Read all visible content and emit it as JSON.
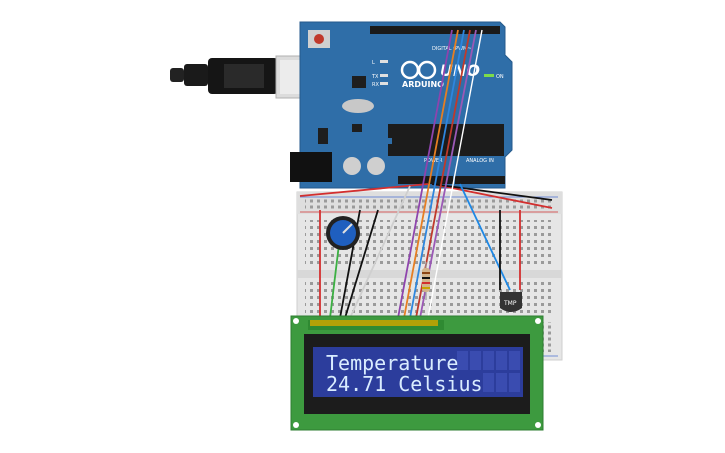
{
  "board": {
    "brand": "ARDUINO",
    "model": "UNO",
    "digital_label": "DIGITAL (PWM~)",
    "analog_label": "ANALOG IN",
    "power_label": "POWER",
    "on_label": "ON",
    "tx_label": "TX",
    "rx_label": "RX",
    "l_label": "L"
  },
  "sensor": {
    "label": "TMP"
  },
  "lcd": {
    "line1": "Temperature",
    "line2": "24.71 Celsius"
  },
  "colors": {
    "board": "#2f6ea8",
    "breadboard": "#e8e8e8",
    "lcd_pcb": "#3d9a3f",
    "lcd_screen": "#2c3d9c",
    "lcd_text": "#d9ecff"
  }
}
